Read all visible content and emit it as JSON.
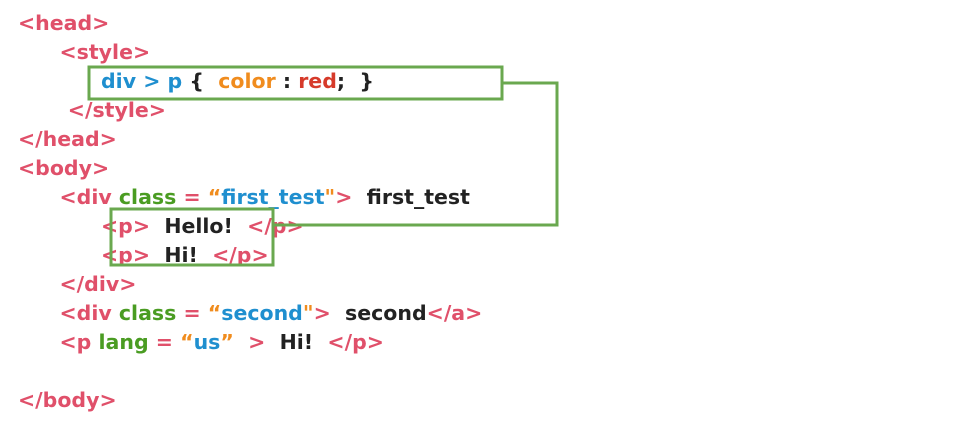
{
  "code_lines": [
    {
      "indent": 0,
      "tokens": [
        {
          "t": "<head>",
          "k": "tag"
        }
      ]
    },
    {
      "indent": 1,
      "tokens": [
        {
          "t": "<style>",
          "k": "tag"
        }
      ]
    },
    {
      "indent": 2,
      "tokens": [
        {
          "t": "div",
          "k": "sel"
        },
        {
          "t": " > ",
          "k": "sel"
        },
        {
          "t": "p",
          "k": "sel"
        },
        {
          "t": " {  ",
          "k": "punc"
        },
        {
          "t": "color",
          "k": "prop"
        },
        {
          "t": " : ",
          "k": "punc"
        },
        {
          "t": "red",
          "k": "val"
        },
        {
          "t": ";  }",
          "k": "punc"
        }
      ]
    },
    {
      "indent": 1.2,
      "tokens": [
        {
          "t": "</style>",
          "k": "tag"
        }
      ]
    },
    {
      "indent": 0,
      "tokens": [
        {
          "t": "</head>",
          "k": "tag"
        }
      ]
    },
    {
      "indent": 0,
      "tokens": [
        {
          "t": "<body>",
          "k": "tag"
        }
      ]
    },
    {
      "indent": 1,
      "tokens": [
        {
          "t": "<div ",
          "k": "tag"
        },
        {
          "t": "class",
          "k": "attr"
        },
        {
          "t": " = ",
          "k": "eq"
        },
        {
          "t": "“",
          "k": "quote"
        },
        {
          "t": "first_test",
          "k": "str"
        },
        {
          "t": "\"",
          "k": "quote"
        },
        {
          "t": ">  ",
          "k": "tag"
        },
        {
          "t": "first_test",
          "k": "text"
        }
      ]
    },
    {
      "indent": 2,
      "tokens": [
        {
          "t": "<p>  ",
          "k": "tag"
        },
        {
          "t": "Hello!  ",
          "k": "text"
        },
        {
          "t": "</p>",
          "k": "tag"
        }
      ]
    },
    {
      "indent": 2,
      "tokens": [
        {
          "t": "<p>  ",
          "k": "tag"
        },
        {
          "t": "Hi!  ",
          "k": "text"
        },
        {
          "t": "</p>",
          "k": "tag"
        }
      ]
    },
    {
      "indent": 1,
      "tokens": [
        {
          "t": "</div>",
          "k": "tag"
        }
      ]
    },
    {
      "indent": 1,
      "tokens": [
        {
          "t": "<div ",
          "k": "tag"
        },
        {
          "t": "class",
          "k": "attr"
        },
        {
          "t": " = ",
          "k": "eq"
        },
        {
          "t": "“",
          "k": "quote"
        },
        {
          "t": "second",
          "k": "str"
        },
        {
          "t": "\"",
          "k": "quote"
        },
        {
          "t": ">  ",
          "k": "tag"
        },
        {
          "t": "second",
          "k": "text"
        },
        {
          "t": "</a>",
          "k": "tag"
        }
      ]
    },
    {
      "indent": 1,
      "tokens": [
        {
          "t": "<p ",
          "k": "tag"
        },
        {
          "t": "lang",
          "k": "attr"
        },
        {
          "t": " = ",
          "k": "eq"
        },
        {
          "t": "“",
          "k": "quote"
        },
        {
          "t": "us",
          "k": "str"
        },
        {
          "t": "”",
          "k": "quote"
        },
        {
          "t": "  >  ",
          "k": "tag"
        },
        {
          "t": "Hi!  ",
          "k": "text"
        },
        {
          "t": "</p>",
          "k": "tag"
        }
      ]
    },
    {
      "indent": 0,
      "tokens": []
    },
    {
      "indent": 0,
      "tokens": [
        {
          "t": "</body>",
          "k": "tag"
        }
      ]
    }
  ],
  "highlight_color": "#6aa84f"
}
